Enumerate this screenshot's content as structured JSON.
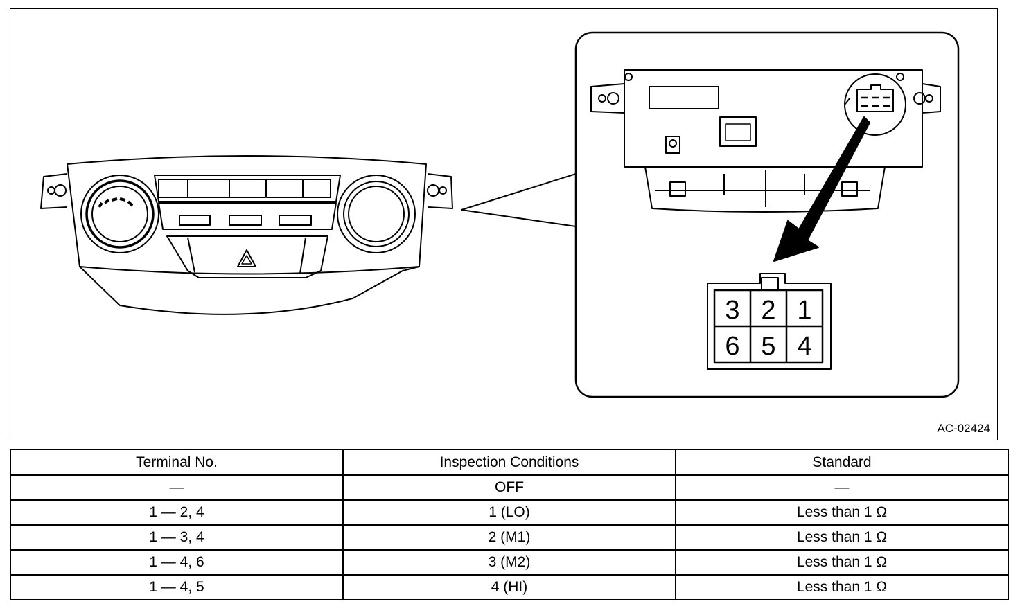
{
  "figure": {
    "id_label": "AC-02424",
    "connector": {
      "pins_top": [
        "3",
        "2",
        "1"
      ],
      "pins_bottom": [
        "6",
        "5",
        "4"
      ]
    },
    "icons": {
      "hazard": "hazard-triangle-icon",
      "arrow": "callout-arrow-icon"
    }
  },
  "table": {
    "headers": [
      "Terminal No.",
      "Inspection Conditions",
      "Standard"
    ],
    "rows": [
      {
        "terminal": "—",
        "condition": "OFF",
        "standard": "—"
      },
      {
        "terminal": "1 — 2, 4",
        "condition": "1 (LO)",
        "standard": "Less than 1 Ω"
      },
      {
        "terminal": "1 — 3, 4",
        "condition": "2 (M1)",
        "standard": "Less than 1 Ω"
      },
      {
        "terminal": "1 — 4, 6",
        "condition": "3 (M2)",
        "standard": "Less than 1 Ω"
      },
      {
        "terminal": "1 — 4, 5",
        "condition": "4 (HI)",
        "standard": "Less than 1 Ω"
      }
    ]
  }
}
